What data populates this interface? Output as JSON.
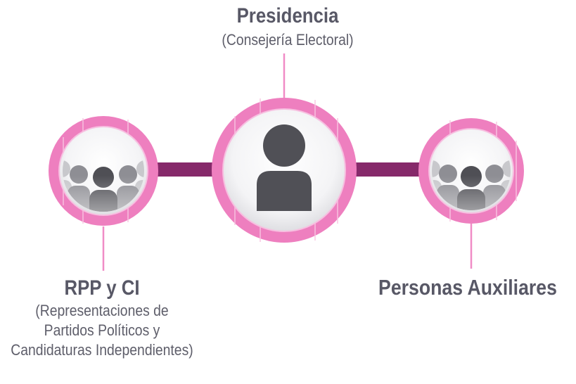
{
  "nodes": {
    "presidencia": {
      "title": "Presidencia",
      "subtitle": "(Consejería Electoral)",
      "icon": "person-icon"
    },
    "rpp": {
      "title": "RPP y CI",
      "subtitle": "(Representaciones de Partidos Políticos y Candidaturas Independientes)",
      "icon": "group-icon"
    },
    "auxiliares": {
      "title": "Personas Auxiliares",
      "icon": "group-icon"
    }
  },
  "colors": {
    "ring": "#ee7fbf",
    "ring_light": "#f6b5db",
    "connector": "#86296a",
    "icon_dark": "#4f4f55",
    "icon_mid": "#8a8a90",
    "icon_light": "#c4c4c8",
    "text": "#585866"
  }
}
